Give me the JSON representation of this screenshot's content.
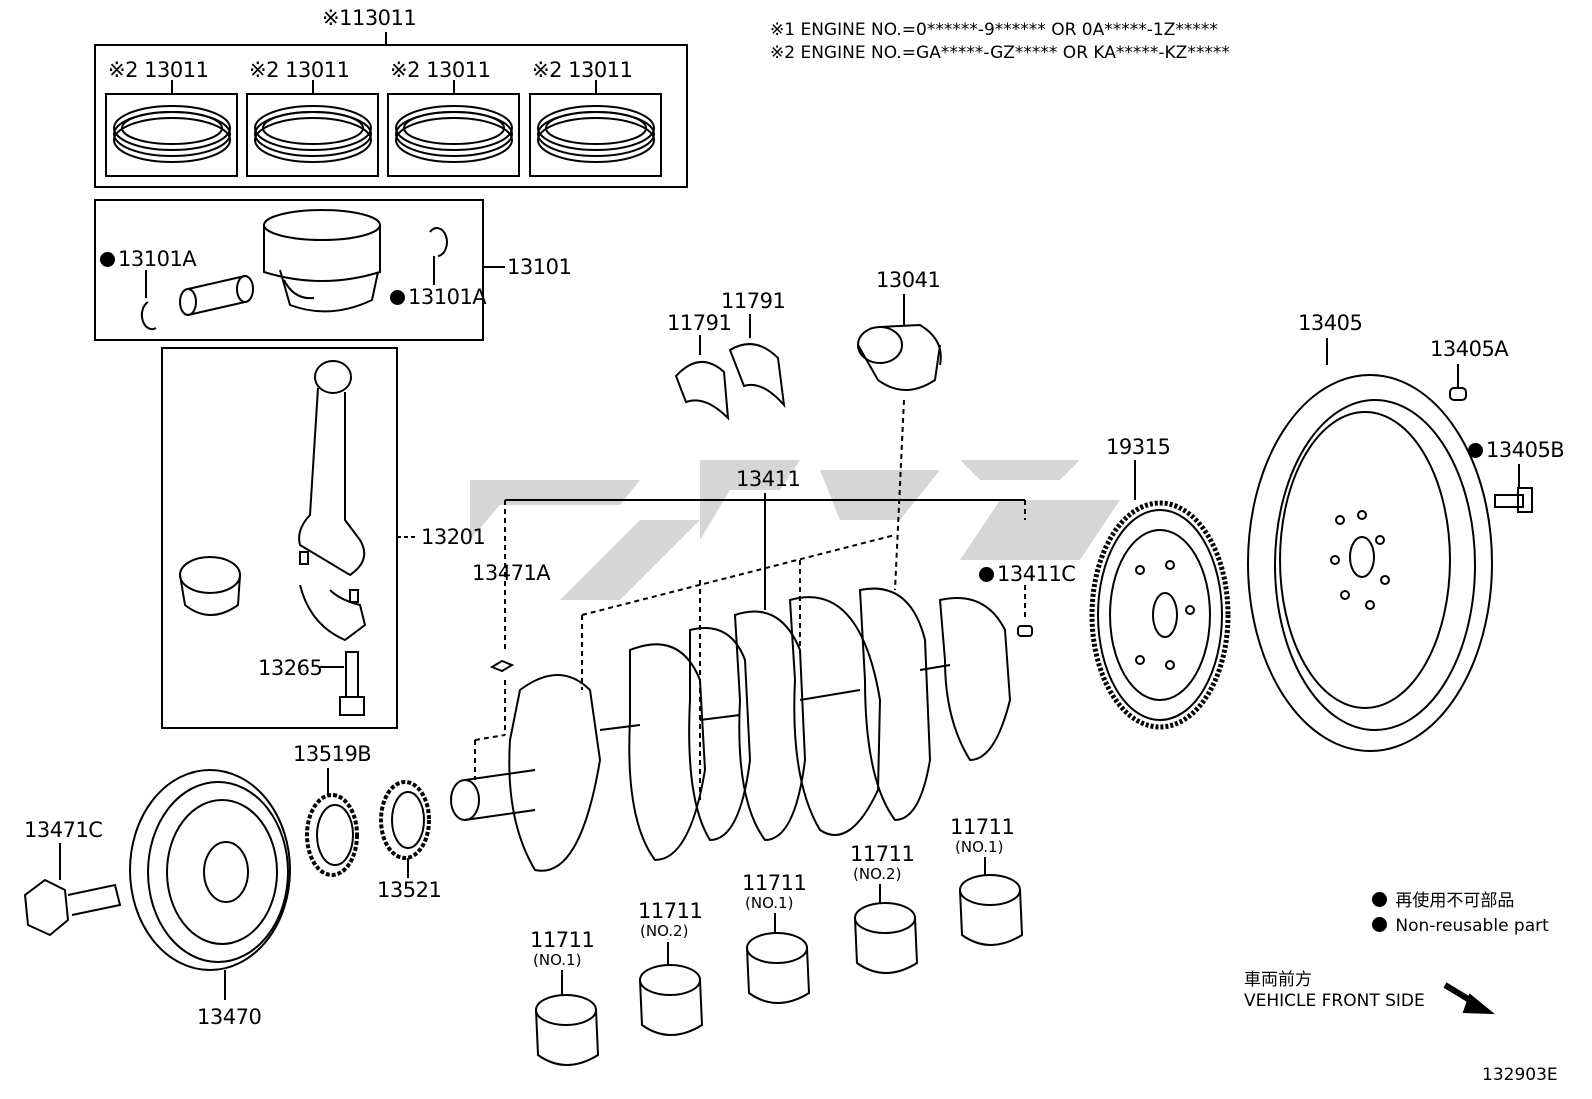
{
  "notes": {
    "note1": "※1 ENGINE NO.=0******-9****** OR 0A*****-1Z*****",
    "note2": "※2 ENGINE NO.=GA*****-GZ***** OR KA*****-KZ*****"
  },
  "legend": {
    "jp": "再使用不可部品",
    "en": "Non-reusable part"
  },
  "front": {
    "jp": "車両前方",
    "en": "VEHICLE FRONT SIDE"
  },
  "diagram_code": "132903E",
  "labels": {
    "ring_set_top": "※113011",
    "ring_a": "※2 13011",
    "ring_b": "※2 13011",
    "ring_c": "※2 13011",
    "ring_d": "※2 13011",
    "piston": "13101",
    "clip_left": "13101A",
    "clip_right": "13101A",
    "conrod": "13201",
    "conrod_bolt": "13265",
    "thrust_a": "11791",
    "thrust_b": "11791",
    "bearing_13041": "13041",
    "crankshaft": "13411",
    "key_13471a": "13471A",
    "pin_13411c": "13411C",
    "plate_19315": "19315",
    "flywheel": "13405",
    "pin_13405a": "13405A",
    "bolt_13405b": "13405B",
    "gear_13519b": "13519B",
    "gear_13521": "13521",
    "bolt_13471c": "13471C",
    "pulley": "13470",
    "bearing_1": "11711",
    "bearing_1_sub": "(NO.1)",
    "bearing_2": "11711",
    "bearing_2_sub": "(NO.2)",
    "bearing_3": "11711",
    "bearing_3_sub": "(NO.1)",
    "bearing_4": "11711",
    "bearing_4_sub": "(NO.2)",
    "bearing_5": "11711",
    "bearing_5_sub": "(NO.1)"
  }
}
